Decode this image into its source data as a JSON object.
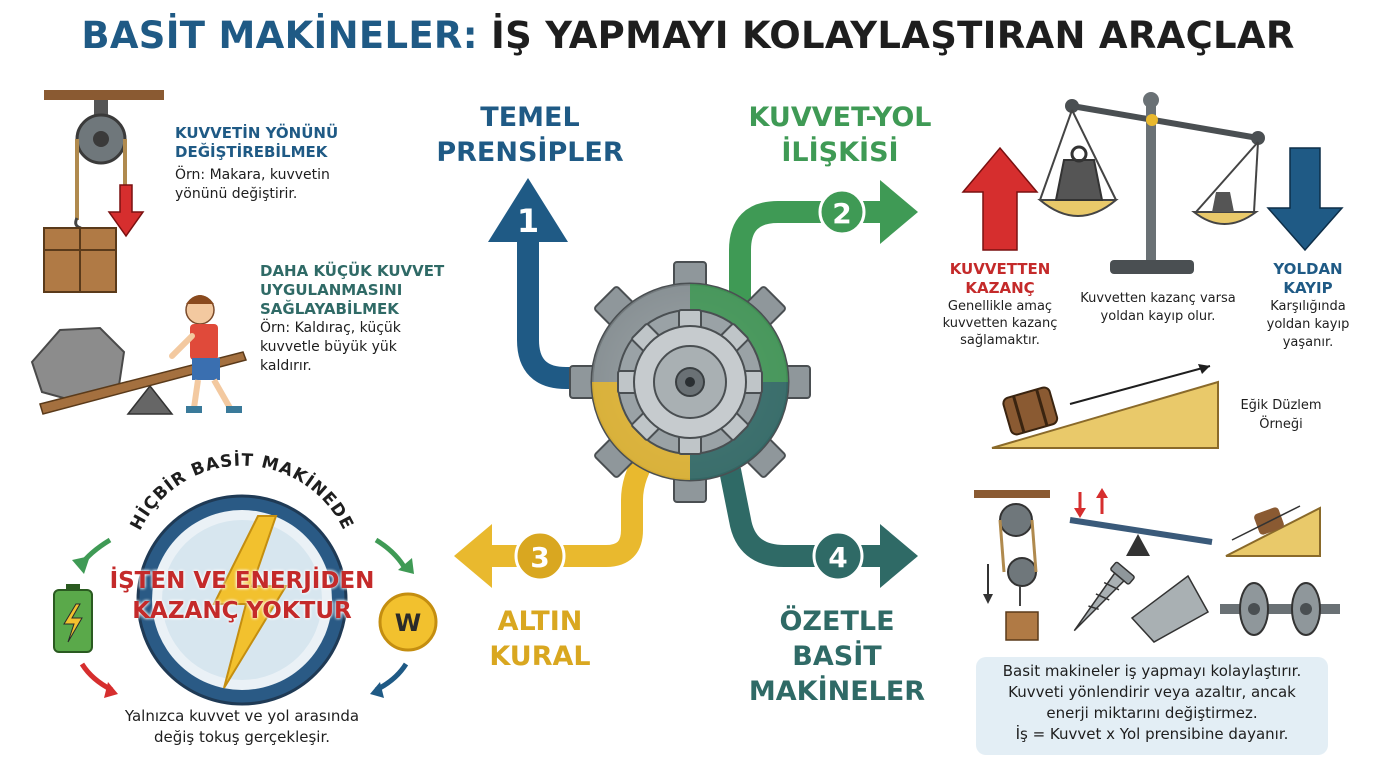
{
  "title": {
    "part1": "BASİT MAKİNELER:",
    "part2": "İŞ YAPMAYI KOLAYLAŞTIRAN ARAÇLAR"
  },
  "principles": {
    "heading_line1": "TEMEL",
    "heading_line2": "PRENSİPLER",
    "number": "1",
    "item1": {
      "heading_line1": "KUVVETİN YÖNÜNÜ",
      "heading_line2": "DEĞİŞTİREBİLMEK",
      "text_line1": "Örn: Makara, kuvvetin",
      "text_line2": "yönünü değiştirir."
    },
    "item2": {
      "heading_line1": "DAHA KÜÇÜK KUVVET",
      "heading_line2": "UYGULANMASINI",
      "heading_line3": "SAĞLAYABİLMEK",
      "text_line1": "Örn: Kaldıraç, küçük",
      "text_line2": "kuvvetle büyük yük",
      "text_line3": "kaldırır."
    }
  },
  "force_path": {
    "heading_line1": "KUVVET-YOL",
    "heading_line2": "İLİŞKİSİ",
    "number": "2",
    "gain": {
      "heading_line1": "KUVVETTEN",
      "heading_line2": "KAZANÇ",
      "text_line1": "Genellikle amaç",
      "text_line2": "kuvvetten kazanç",
      "text_line3": "sağlamaktır."
    },
    "middle_line1": "Kuvvetten kazanç varsa",
    "middle_line2": "yoldan kayıp olur.",
    "loss": {
      "heading_line1": "YOLDAN",
      "heading_line2": "KAYIP",
      "text_line1": "Karşılığında",
      "text_line2": "yoldan kayıp",
      "text_line3": "yaşanır."
    },
    "incline_line1": "Eğik Düzlem",
    "incline_line2": "Örneği"
  },
  "golden_rule": {
    "heading_line1": "ALTIN",
    "heading_line2": "KURAL",
    "number": "3",
    "arc_text": "HİÇBİR BASİT MAKİNEDE",
    "main_line1": "İŞTEN VE ENERJİDEN",
    "main_line2": "KAZANÇ YOKTUR",
    "w_label": "W",
    "bottom_line1": "Yalnızca kuvvet ve yol arasında",
    "bottom_line2": "değiş tokuş gerçekleşir."
  },
  "summary": {
    "heading_line1": "ÖZETLE",
    "heading_line2": "BASİT MAKİNELER",
    "number": "4",
    "box_line1": "Basit makineler iş yapmayı kolaylaştırır.",
    "box_line2": "Kuvveti yönlendirir veya azaltır, ancak",
    "box_line3": "enerji miktarını değiştirmez.",
    "box_line4": "İş = Kuvvet x Yol prensibine dayanır."
  },
  "colors": {
    "blue": "#1f5a85",
    "green": "#3f9a55",
    "yellow": "#e9b92e",
    "teal": "#2f6a66",
    "red": "#c42a2a",
    "gear": "#8f979b"
  }
}
